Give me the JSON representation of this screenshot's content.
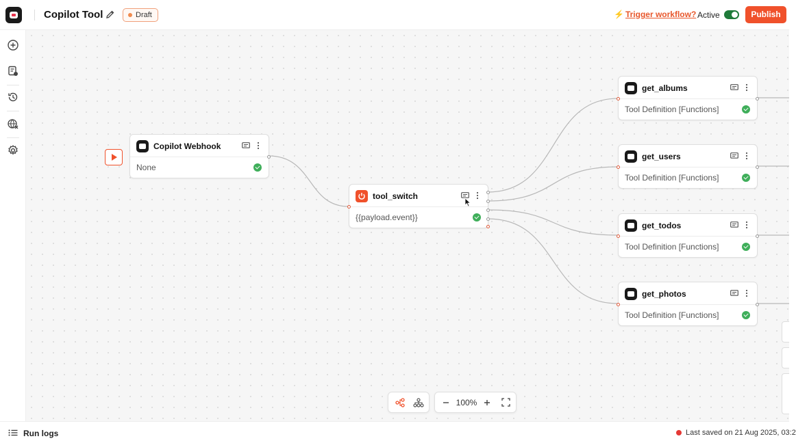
{
  "header": {
    "title": "Copilot Tool",
    "status_badge": "Draft",
    "trigger_link": "Trigger workflow?",
    "active_label": "Active",
    "active_toggle_on": true,
    "publish_label": "Publish"
  },
  "sidebar": {
    "items": [
      {
        "icon": "add-circle-icon"
      },
      {
        "icon": "document-settings-icon"
      },
      {
        "icon": "history-icon"
      },
      {
        "icon": "globe-x-icon"
      },
      {
        "icon": "gear-icon"
      }
    ]
  },
  "nodes": {
    "webhook": {
      "title": "Copilot Webhook",
      "subtitle": "None"
    },
    "tool_switch": {
      "title": "tool_switch",
      "subtitle": "{{payload.event}}"
    },
    "albums": {
      "title": "get_albums",
      "subtitle": "Tool Definition [Functions]"
    },
    "users": {
      "title": "get_users",
      "subtitle": "Tool Definition [Functions]"
    },
    "todos": {
      "title": "get_todos",
      "subtitle": "Tool Definition [Functions]"
    },
    "photos": {
      "title": "get_photos",
      "subtitle": "Tool Definition [Functions]"
    }
  },
  "controls": {
    "zoom": "100%"
  },
  "footer": {
    "run_logs": "Run logs",
    "last_saved": "Last saved on 21 Aug 2025, 03:2"
  },
  "colors": {
    "accent": "#f0512b",
    "success": "#3fae5a",
    "toggle_on": "#1f7a3a",
    "unsaved_dot": "#e53935"
  }
}
